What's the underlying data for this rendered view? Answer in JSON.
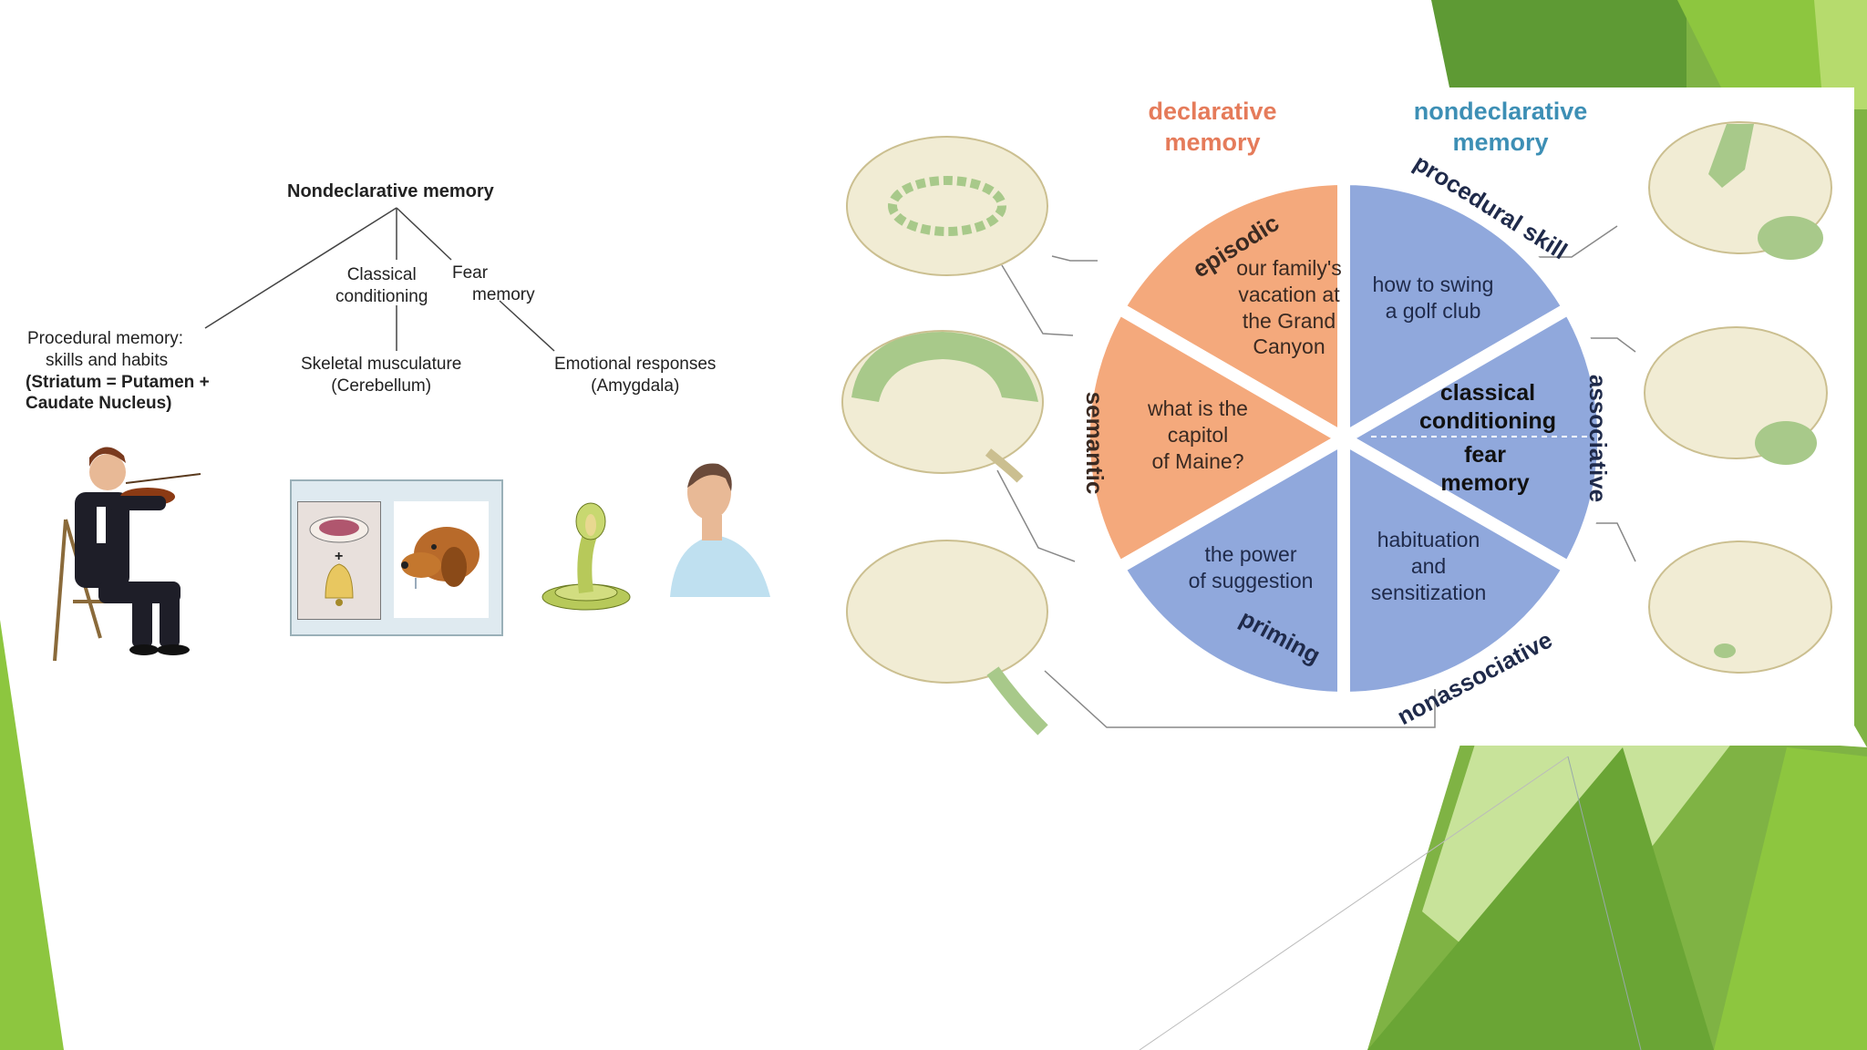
{
  "colors": {
    "accent_green_dark": "#5e9a34",
    "accent_green": "#8dc63f",
    "accent_green_light": "#c8e39a",
    "declarative": "#f4a97c",
    "nondeclarative": "#90a8dc",
    "declarative_title": "#e57b5a",
    "nondeclarative_title": "#3d8fb5",
    "brain_green": "#a8c98a"
  },
  "left_diagram": {
    "root": "Nondeclarative memory",
    "branches": {
      "procedural_title": "Procedural memory:",
      "procedural_sub": "skills and habits",
      "procedural_bold1": "(Striatum = Putamen +",
      "procedural_bold2": "Caudate Nucleus)",
      "classical1": "Classical",
      "classical2": "conditioning",
      "fear1": "Fear",
      "fear2": "memory",
      "skeletal1": "Skeletal musculature",
      "skeletal2": "(Cerebellum)",
      "emotional1": "Emotional responses",
      "emotional2": "(Amygdala)"
    },
    "bell_plus": "+"
  },
  "wheel": {
    "declarative_title1": "declarative",
    "declarative_title2": "memory",
    "nondeclarative_title1": "nondeclarative",
    "nondeclarative_title2": "memory",
    "episodic": "episodic",
    "episodic_l1": "our family's",
    "episodic_l2": "vacation at",
    "episodic_l3": "the Grand",
    "episodic_l4": "Canyon",
    "semantic": "semantic",
    "semantic_l1": "what is the",
    "semantic_l2": "capitol",
    "semantic_l3": "of Maine?",
    "priming": "priming",
    "priming_l1": "the power",
    "priming_l2": "of suggestion",
    "procedural": "procedural skill",
    "procedural_l1": "how to swing",
    "procedural_l2": "a golf club",
    "associative": "associative",
    "classical_l1": "classical",
    "classical_l2": "conditioning",
    "fear_l1": "fear",
    "fear_l2": "memory",
    "nonassociative": "nonassociative",
    "nonassoc_l1": "habituation",
    "nonassoc_l2": "and",
    "nonassoc_l3": "sensitization"
  }
}
